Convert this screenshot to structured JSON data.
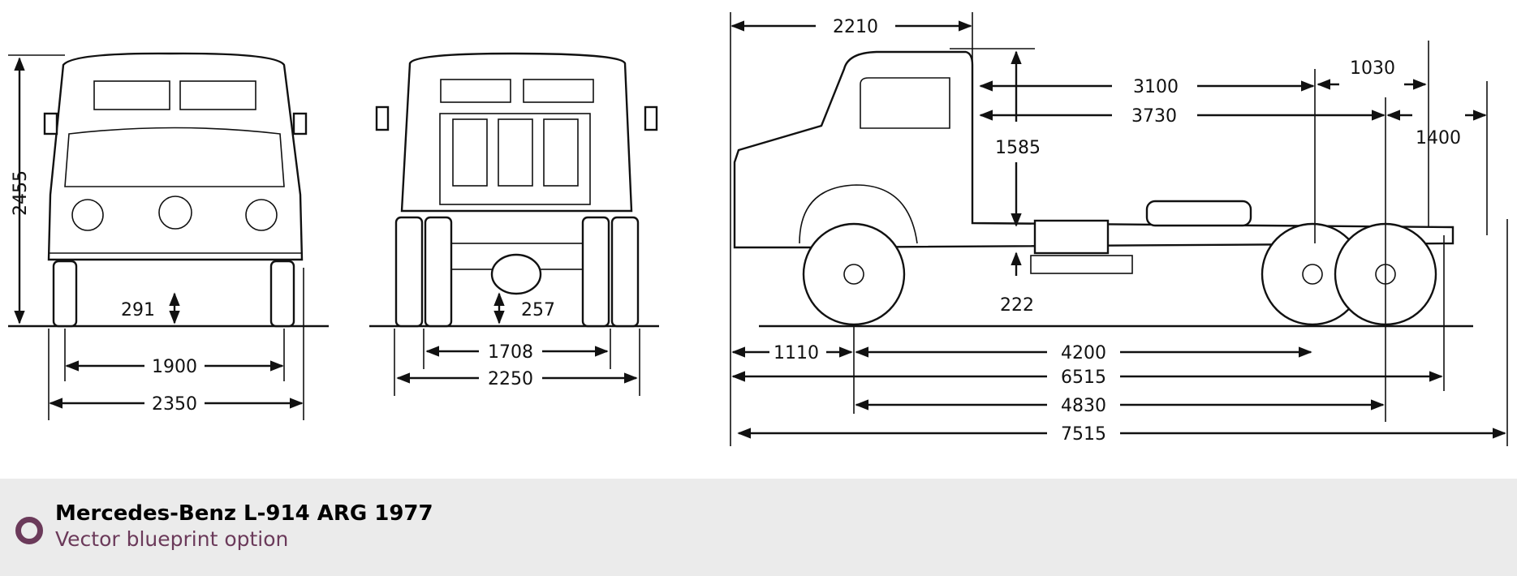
{
  "caption": {
    "title": "Mercedes-Benz L-914 ARG 1977",
    "subtitle": "Vector blueprint option",
    "icon": "ring-icon",
    "accent_color": "#6b3a5a"
  },
  "dimensions": {
    "front": {
      "height": "2455",
      "ground_clearance": "291",
      "track": "1900",
      "width": "2350"
    },
    "rear": {
      "track": "1708",
      "width": "2250",
      "ground_clearance": "257"
    },
    "side": {
      "cab_length": "2210",
      "cab_to_rear_axle": "3100",
      "rear_overhang": "1030",
      "cab_to_frame": "3730",
      "frame_end": "1400",
      "frame_to_cab_top": "1585",
      "frame_height": "222",
      "front_overhang": "1110",
      "wheelbase": "4200",
      "overall_length": "6515",
      "front_axle_to_frame": "4830",
      "total_length": "7515"
    }
  }
}
